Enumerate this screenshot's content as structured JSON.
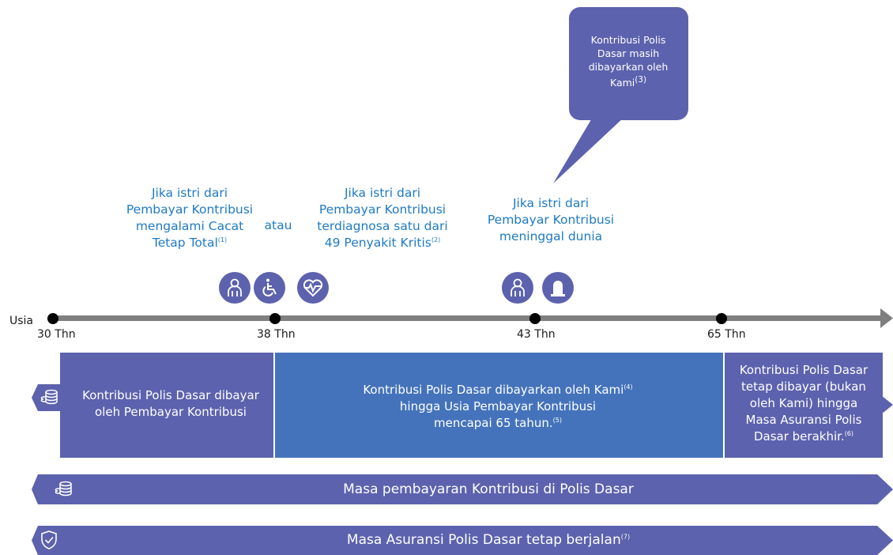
{
  "bubble": {
    "line1": "Kontribusi Polis",
    "line2": "Dasar masih",
    "line3": "dibayarkan oleh",
    "line4": "Kami",
    "sup": "(3)"
  },
  "conditions": {
    "disability": {
      "l1": "Jika istri dari",
      "l2": "Pembayar Kontribusi",
      "l3": "mengalami Cacat",
      "l4": "Tetap Total",
      "sup": "(1)"
    },
    "or_text": "atau",
    "critical": {
      "l1": "Jika istri dari",
      "l2": "Pembayar Kontribusi",
      "l3": "terdiagnosa satu dari",
      "l4": "49 Penyakit Kritis",
      "sup": "(2)"
    },
    "death": {
      "l1": "Jika istri dari",
      "l2": "Pembayar Kontribusi",
      "l3": "meninggal dunia"
    }
  },
  "timeline": {
    "label": "Usia",
    "ticks": [
      "30 Thn",
      "38 Thn",
      "43 Thn",
      "65 Thn"
    ]
  },
  "blocks": {
    "paid_by_payer": {
      "l1": "Kontribusi Polis Dasar dibayar",
      "l2": "oleh Pembayar Kontribusi"
    },
    "paid_by_us": {
      "l1": "Kontribusi Polis Dasar dibayarkan oleh Kami",
      "sup1": "(4)",
      "l2": "hingga Usia Pembayar Kontribusi",
      "l3": "mencapai 65 tahun.",
      "sup2": "(5)"
    },
    "still_paid": {
      "l1": "Kontribusi Polis Dasar",
      "l2": "tetap dibayar (bukan",
      "l3": "oleh Kami) hingga",
      "l4": "Masa Asuransi Polis",
      "l5": "Dasar berakhir.",
      "sup": "(6)"
    }
  },
  "bars": {
    "payment_period": "Masa pembayaran Kontribusi di Polis Dasar",
    "coverage_period": "Masa Asuransi Polis Dasar tetap berjalan",
    "coverage_sup": "(7)"
  },
  "colors": {
    "purple": "#5c62ad",
    "blue": "#4473bb",
    "text_blue": "#1f7ac4",
    "line_gray": "#7f7f7f"
  },
  "icons": [
    "person-icon",
    "wheelchair-icon",
    "heartbeat-icon",
    "person-icon",
    "tombstone-icon",
    "coins-icon",
    "shield-check-icon"
  ]
}
